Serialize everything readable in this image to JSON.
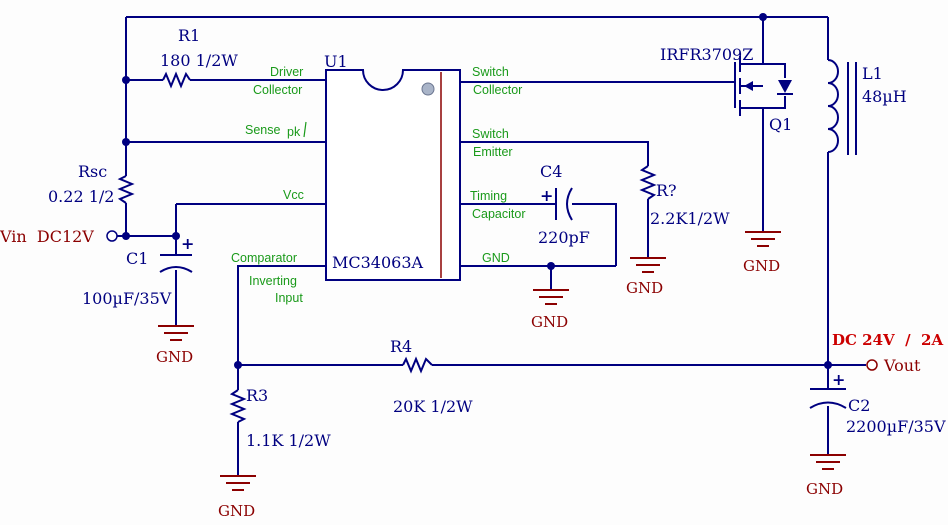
{
  "components": {
    "r1": {
      "ref": "R1",
      "value": "180 1/2W"
    },
    "u1": {
      "ref": "U1",
      "part": "MC34063A"
    },
    "q1": {
      "ref": "Q1",
      "part": "IRFR3709Z"
    },
    "l1": {
      "ref": "L1",
      "value": "48µH"
    },
    "rsc": {
      "ref": "Rsc",
      "value": "0.22 1/2"
    },
    "c1": {
      "ref": "C1",
      "value": "100µF/35V"
    },
    "c4": {
      "ref": "C4",
      "value": "220pF"
    },
    "r_timing": {
      "ref": "R?",
      "value": "2.2K1/2W"
    },
    "r4": {
      "ref": "R4",
      "value": "20K 1/2W"
    },
    "r3": {
      "ref": "R3",
      "value": "1.1K 1/2W"
    },
    "c2": {
      "ref": "C2",
      "value": "2200µF/35V"
    }
  },
  "pins": {
    "driver_collector": [
      "Driver",
      "Collector"
    ],
    "sense": "Sense",
    "pk": "pk",
    "vcc": "Vcc",
    "comparator_inverting_input": [
      "Comparator",
      "Inverting",
      "Input"
    ],
    "switch_collector": [
      "Switch",
      "Collector"
    ],
    "switch_emitter": [
      "Switch",
      "Emitter"
    ],
    "timing_capacitor": [
      "Timing",
      "Capacitor"
    ],
    "gnd": "GND"
  },
  "nets": {
    "vin": "Vin  DC12V",
    "vout": "Vout",
    "output_spec": "DC 24V  /  2A",
    "ground": "GND"
  },
  "polarity_mark": "+",
  "colors": {
    "wire": "#000080",
    "pin_label": "#1a9a1a",
    "ground": "#8b0000",
    "output_spec": "#cc0000"
  }
}
